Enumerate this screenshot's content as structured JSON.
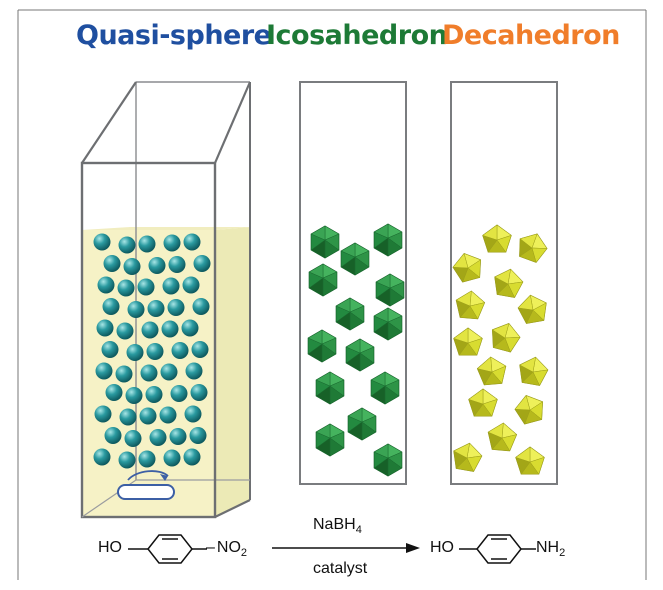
{
  "titles": {
    "quasi_sphere": "Quasi-sphere",
    "icosahedron": "Icosahedron",
    "decahedron": "Decahedron"
  },
  "colors": {
    "quasi_sphere_title": "#1f4fa0",
    "icosahedron_title": "#1d7a36",
    "decahedron_title": "#f07d2a",
    "solution": "#f6f2c6",
    "sphere": "#2a9aa0",
    "icosahedron": "#2e9447",
    "decahedron": "#d8dc30",
    "cuvette_line": "#6d6f72"
  },
  "reaction": {
    "reactant_left": "HO",
    "reactant_right": "NO",
    "reactant_right_sub": "2",
    "reagent": "NaBH",
    "reagent_sub": "4",
    "condition": "catalyst",
    "product_left": "HO",
    "product_right": "NH",
    "product_right_sub": "2"
  }
}
